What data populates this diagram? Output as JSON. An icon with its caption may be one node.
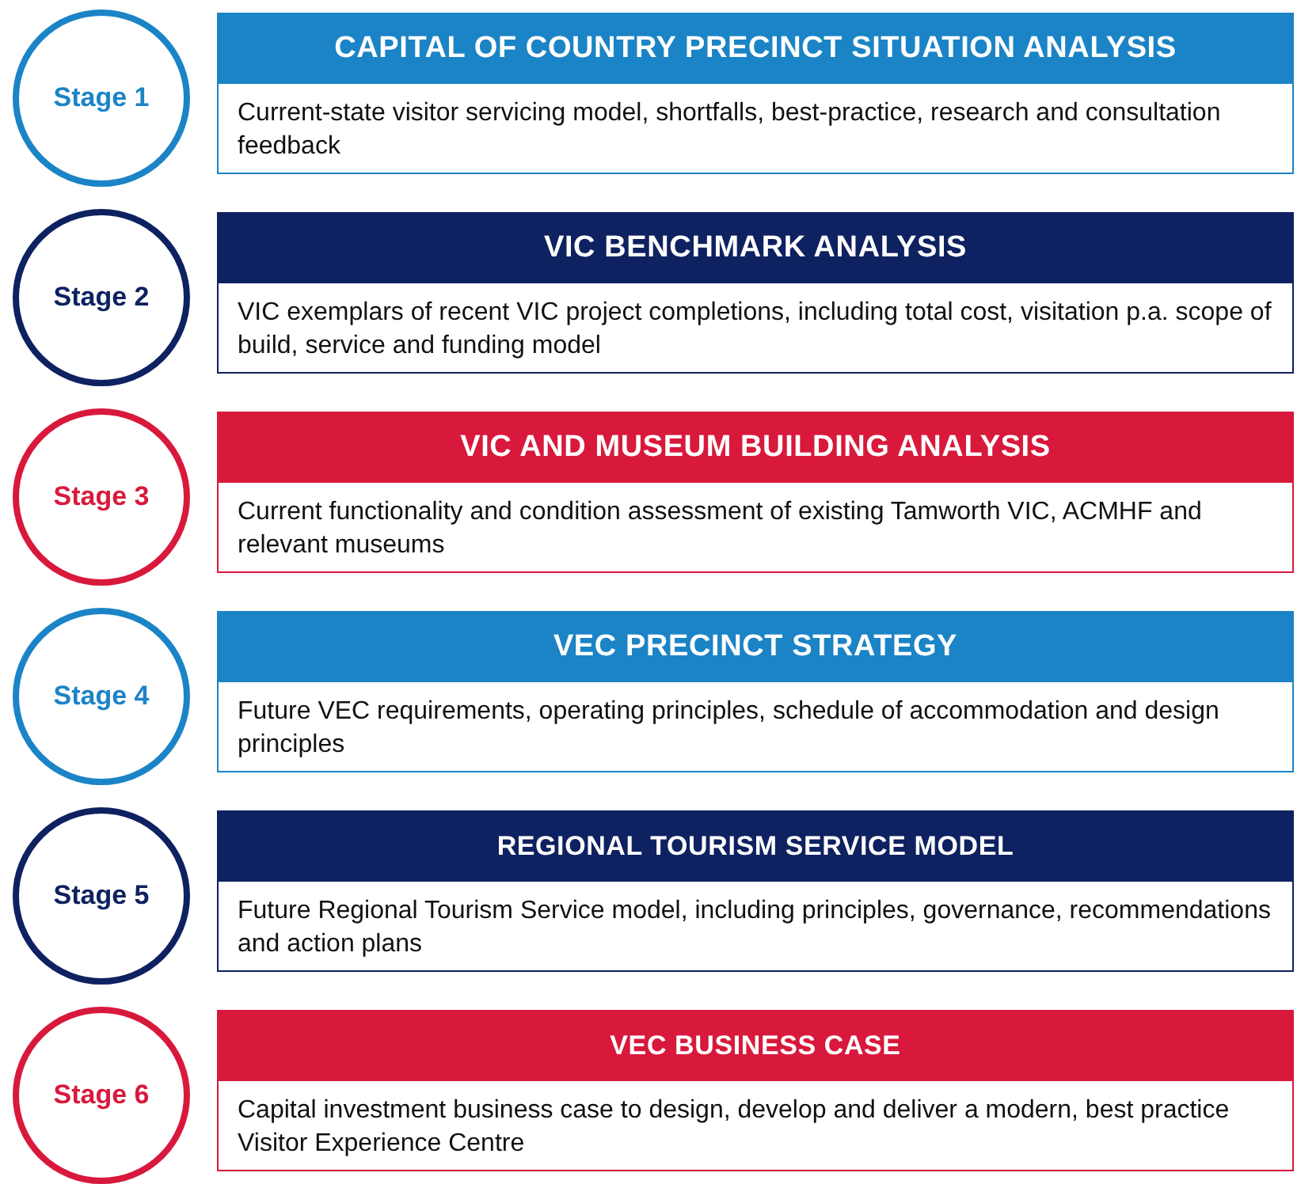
{
  "diagram": {
    "nodes": [
      {
        "text": [
          "Stage 1"
        ]
      },
      {
        "text": [
          "CAPITAL OF COUNTRY PRECINCT SITUATION ANALYSIS",
          "Current-state visitor servicing model, shortfalls, best-practice, research and consultation feedback"
        ]
      },
      {
        "text": [
          "Stage 2"
        ]
      },
      {
        "text": [
          "VIC BENCHMARK ANALYSIS",
          "VIC exemplars of recent VIC project completions, including total cost, visitation p.a. scope of build, service and funding model"
        ]
      },
      {
        "text": [
          "Stage 3"
        ]
      },
      {
        "text": [
          "VIC AND MUSEUM BUILDING ANALYSIS",
          "Current functionality and condition assessment of existing Tamworth VIC, ACMHF and relevant museums"
        ]
      },
      {
        "text": [
          "Stage 4"
        ]
      },
      {
        "text": [
          "VEC PRECINCT STRATEGY",
          "Future VEC requirements, operating principles, schedule of accommodation and design principles"
        ]
      },
      {
        "text": [
          "Stage 5"
        ]
      },
      {
        "text": [
          "REGIONAL TOURISM SERVICE MODEL",
          "Future Regional Tourism Service model, including principles, governance, recommendations and action plans"
        ]
      },
      {
        "text": [
          "Stage 6"
        ]
      },
      {
        "text": [
          "VEC BUSINESS CASE",
          "Capital investment business case to design, develop and deliver a modern, best practice Visitor Experience Centre"
        ]
      }
    ]
  }
}
